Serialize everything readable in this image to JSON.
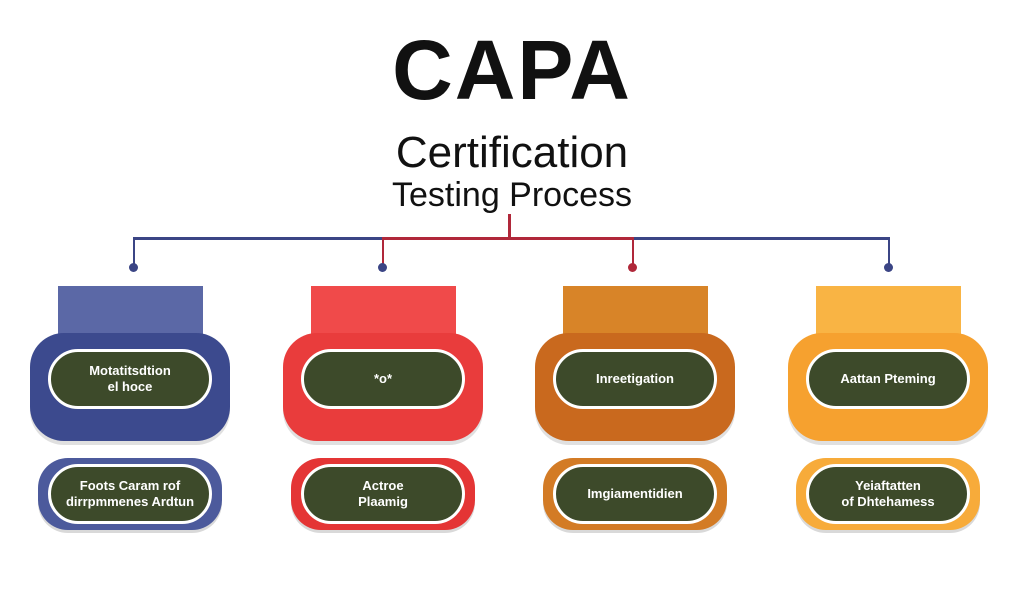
{
  "title": "CAPA",
  "subtitle_1": "Certification",
  "subtitle_2": "Testing Process",
  "colors": {
    "blue": "#3c4a8e",
    "red": "#e93c3c",
    "brown": "#c9691e",
    "orange": "#f6a12f",
    "pill": "#3d4a2a"
  },
  "columns": [
    {
      "top": "Motatitsdtion\nel hoce",
      "bottom": "Foots Caram rof\ndirrpmmenes Ardtun"
    },
    {
      "top": "*o*",
      "bottom": "Actroe\nPlaamig"
    },
    {
      "top": "Inreetigation",
      "bottom": "Imgiamentidien"
    },
    {
      "top": "Aattan Pteming",
      "bottom": "Yeiaftatten\nof Dhtehamess"
    }
  ]
}
